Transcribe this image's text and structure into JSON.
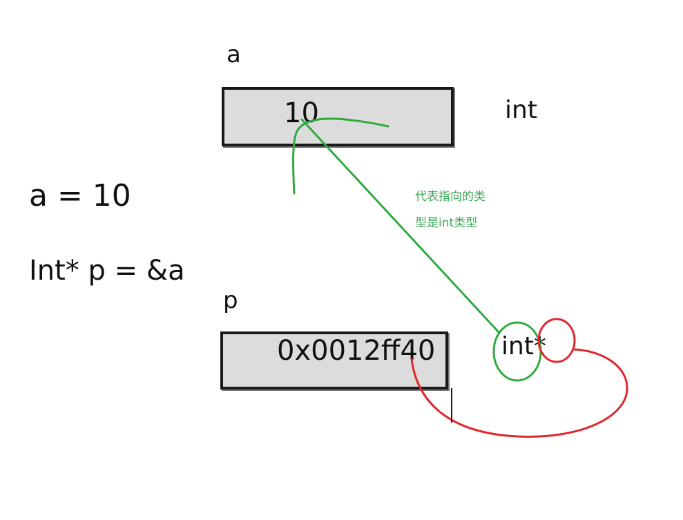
{
  "labels": {
    "var_a": "a",
    "var_p": "p",
    "type_a": "int",
    "type_p": "int*"
  },
  "boxes": {
    "a_value": "10",
    "p_value": "0x0012ff40"
  },
  "code": {
    "line1": "a = 10",
    "line2": "Int* p = &a"
  },
  "annotation": {
    "line1": "代表指向的类",
    "line2": "型是int类型"
  },
  "colors": {
    "green": "#2eaa3f",
    "red": "#e0262c",
    "box_fill": "#dcdcdc",
    "box_border": "#1a1a1a"
  }
}
